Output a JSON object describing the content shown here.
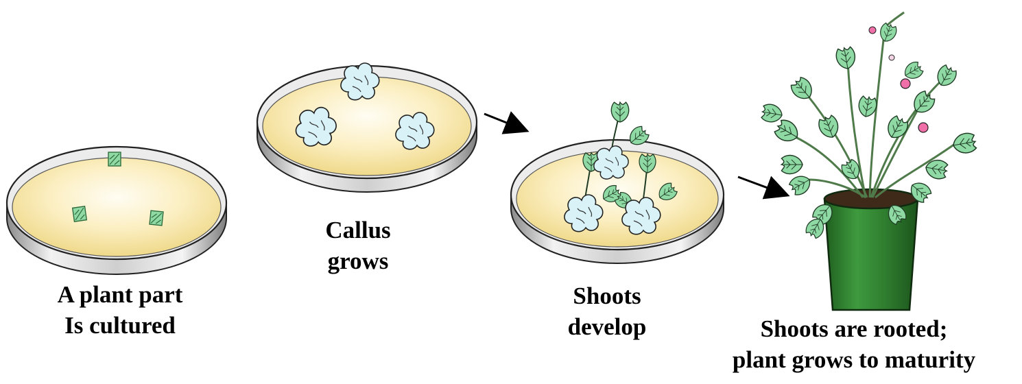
{
  "diagram": {
    "steps": [
      {
        "line1": "A plant part",
        "line2": "Is cultured",
        "illustration": "petri-dish-with-leaf-explants"
      },
      {
        "line1": "Callus",
        "line2": "grows",
        "illustration": "petri-dish-with-callus"
      },
      {
        "line1": "Shoots",
        "line2": "develop",
        "illustration": "petri-dish-with-shoots"
      },
      {
        "line1": "Shoots are rooted;",
        "line2": "plant grows to maturity",
        "illustration": "potted-plant"
      }
    ],
    "colors": {
      "medium": "#f5e7a8",
      "medium_center": "#fdf8e6",
      "dish_rim": "#9a9a9a",
      "leaf": "#8fd9a4",
      "callus": "#cfeef6",
      "pot": "#2f7d2f",
      "arrow": "#000000"
    }
  }
}
